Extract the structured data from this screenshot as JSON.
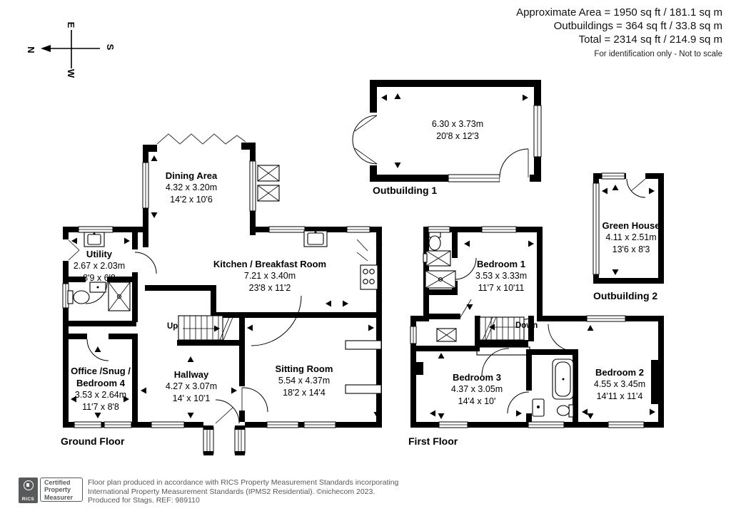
{
  "header": {
    "line1": "Approximate Area = 1950 sq ft / 181.1 sq m",
    "line2": "Outbuildings = 364 sq ft / 33.8 sq m",
    "line3": "Total = 2314 sq ft / 214.9 sq m",
    "note": "For identification only - Not to scale"
  },
  "compass": {
    "n": "N",
    "e": "E",
    "s": "S",
    "w": "W"
  },
  "rooms": {
    "dining_area": {
      "name": "Dining Area",
      "metric": "4.32 x 3.20m",
      "imperial": "14'2 x 10'6"
    },
    "utility": {
      "name": "Utility",
      "metric": "2.67 x 2.03m",
      "imperial": "8'9 x 6'8"
    },
    "kitchen": {
      "name": "Kitchen / Breakfast Room",
      "metric": "7.21 x 3.40m",
      "imperial": "23'8 x 11'2"
    },
    "office": {
      "name_line1": "Office /Snug /",
      "name_line2": "Bedroom 4",
      "metric": "3.53 x 2.64m",
      "imperial": "11'7 x 8'8"
    },
    "hallway": {
      "name": "Hallway",
      "metric": "4.27 x 3.07m",
      "imperial": "14' x 10'1"
    },
    "sitting_room": {
      "name": "Sitting Room",
      "metric": "5.54 x 4.37m",
      "imperial": "18'2 x 14'4"
    },
    "bedroom1": {
      "name": "Bedroom 1",
      "metric": "3.53 x 3.33m",
      "imperial": "11'7 x 10'11"
    },
    "bedroom2": {
      "name": "Bedroom 2",
      "metric": "4.55 x 3.45m",
      "imperial": "14'11 x 11'4"
    },
    "bedroom3": {
      "name": "Bedroom 3",
      "metric": "4.37 x 3.05m",
      "imperial": "14'4 x 10'"
    },
    "outbuilding1": {
      "label": "Outbuilding 1",
      "metric": "6.30 x 3.73m",
      "imperial": "20'8 x 12'3"
    },
    "greenhouse": {
      "name": "Green House",
      "metric": "4.11 x 2.51m",
      "imperial": "13'6 x 8'3"
    },
    "outbuilding2_label": "Outbuilding 2"
  },
  "floor_labels": {
    "ground": "Ground Floor",
    "first": "First Floor"
  },
  "stairs": {
    "up": "Up",
    "down": "Down"
  },
  "footer": {
    "rics": "RICS",
    "certified": [
      "Certified",
      "Property",
      "Measurer"
    ],
    "disclaimer_line1": "Floor plan produced in accordance with RICS Property Measurement Standards incorporating",
    "disclaimer_line2": "International Property Measurement Standards (IPMS2 Residential).  ©nichecom 2023.",
    "disclaimer_line3": "Produced for Stags.   REF: 989110"
  }
}
